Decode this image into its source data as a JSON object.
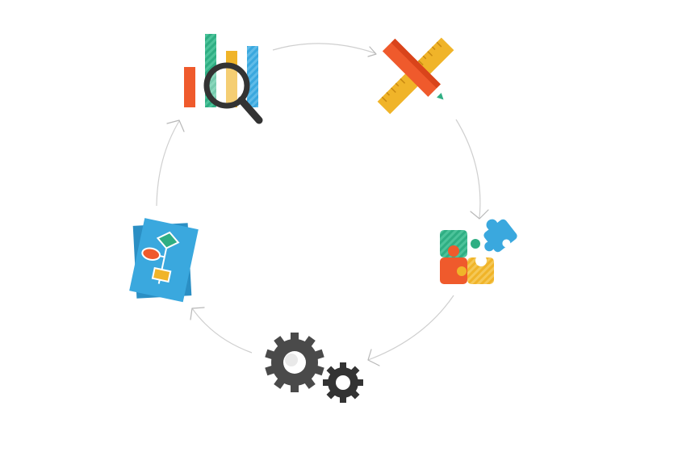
{
  "diagram": {
    "type": "cycle",
    "steps": [
      {
        "id": "analysis",
        "icon": "bar-chart-magnifier-icon"
      },
      {
        "id": "design",
        "icon": "ruler-pencil-icon"
      },
      {
        "id": "integration",
        "icon": "puzzle-pieces-icon"
      },
      {
        "id": "build",
        "icon": "gears-icon"
      },
      {
        "id": "planning",
        "icon": "flowchart-document-icon"
      }
    ]
  },
  "colors": {
    "orange": "#ef5a2c",
    "green": "#2fae83",
    "yellow": "#f0b429",
    "blue": "#3aa8de",
    "dark": "#333333",
    "gear": "#4a4a4a",
    "arc": "#cfcfcf"
  }
}
